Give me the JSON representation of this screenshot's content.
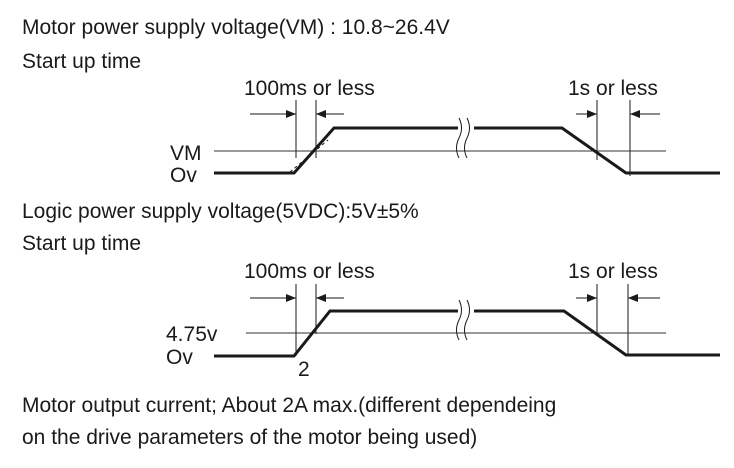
{
  "motor": {
    "heading": "Motor power supply voltage(VM) : 10.8~26.4V",
    "startup_label": "Start up time",
    "rise_time": "100ms or less",
    "fall_time": "1s or less",
    "level_high": "VM",
    "level_zero": "Ov"
  },
  "logic": {
    "heading": "Logic power supply voltage(5VDC):5V±5%",
    "startup_label": "Start up time",
    "rise_time": "100ms or less",
    "fall_time": "1s or less",
    "level_high": "4.75v",
    "level_zero": "Ov",
    "marker": "2"
  },
  "note": {
    "line1": "Motor output current; About 2A max.(different dependeing",
    "line2": "on the drive parameters of the motor being used)"
  }
}
